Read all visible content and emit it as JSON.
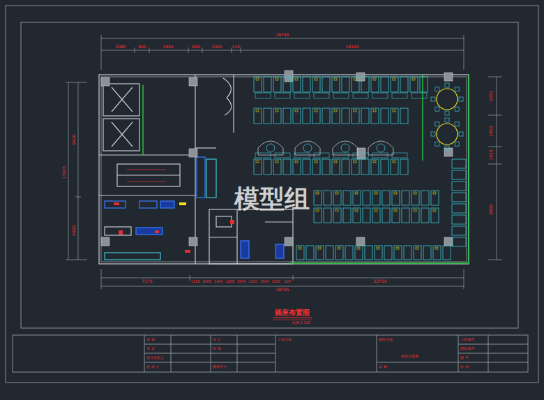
{
  "diagram": {
    "title": "插座布置图",
    "labels": [
      "28765",
      "3080",
      "840",
      "2965",
      "840",
      "3000",
      "120",
      "18100",
      "9410",
      "13925",
      "4920",
      "3050",
      "2950",
      "1650",
      "6800",
      "7175",
      "1158",
      "2008",
      "1460",
      "1208",
      "1500",
      "1150",
      "1500",
      "1156",
      "120",
      "22710",
      "28765",
      "模型组",
      "比例 1:100",
      "审 核",
      "审 定",
      "设计负责人",
      "校 对 人",
      "设 计",
      "制 图",
      "图纸尺寸",
      "工程名称",
      "图纸名称",
      "插座布置图",
      "日 期",
      "工程编号",
      "图纸编号",
      "图 号",
      "比 例"
    ]
  }
}
